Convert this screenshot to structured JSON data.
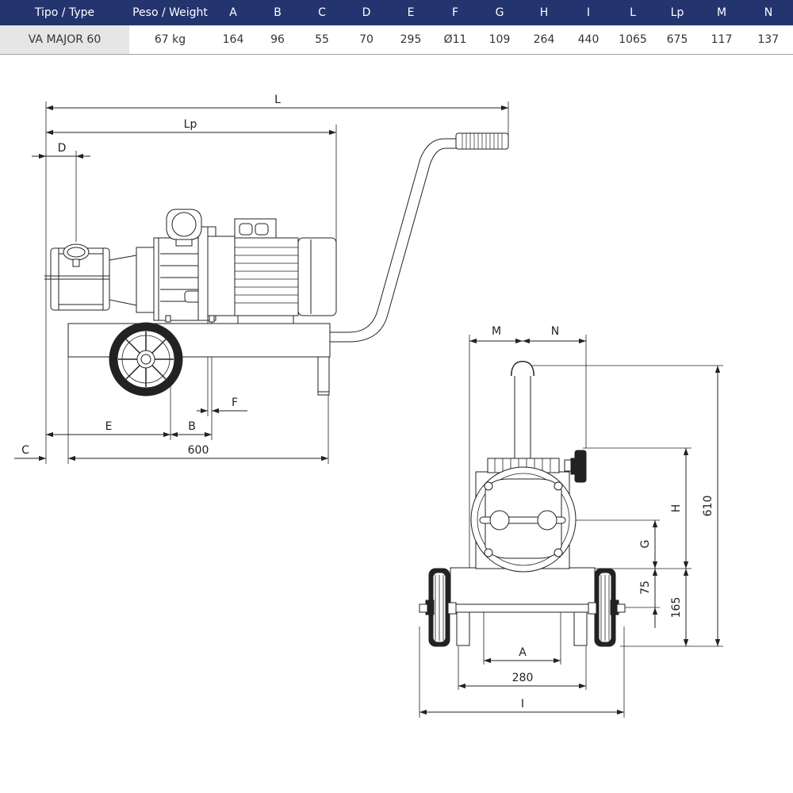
{
  "table": {
    "headers": [
      "Tipo / Type",
      "Peso / Weight",
      "A",
      "B",
      "C",
      "D",
      "E",
      "F",
      "G",
      "H",
      "I",
      "L",
      "Lp",
      "M",
      "N"
    ],
    "rows": [
      [
        "VA MAJOR 60",
        "67 kg",
        "164",
        "96",
        "55",
        "70",
        "295",
        "Ø11",
        "109",
        "264",
        "440",
        "1065",
        "675",
        "117",
        "137"
      ]
    ]
  },
  "side_view": {
    "labels": {
      "L": "L",
      "Lp": "Lp",
      "D": "D",
      "E": "E",
      "B": "B",
      "F": "F",
      "C": "C",
      "w600": "600"
    }
  },
  "front_view": {
    "labels": {
      "M": "M",
      "N": "N",
      "H": "H",
      "G": "G",
      "h610": "610",
      "h75": "75",
      "h165": "165",
      "A": "A",
      "w280": "280",
      "I": "I"
    }
  },
  "colors": {
    "header_bg": "#24346f",
    "header_text": "#ffffff",
    "name_cell_bg": "#e6e6e6",
    "line": "#222222"
  }
}
